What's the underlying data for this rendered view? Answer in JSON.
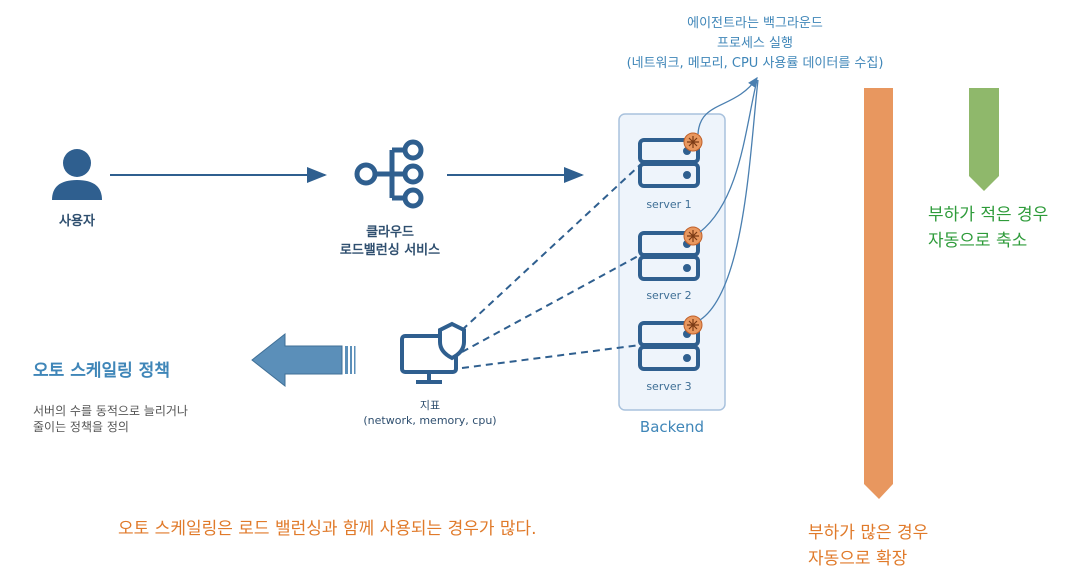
{
  "user": {
    "label": "사용자"
  },
  "load_balancer": {
    "line1": "클라우드",
    "line2": "로드밸런싱 서비스"
  },
  "agent_note": {
    "line1": "에이전트라는 백그라운드",
    "line2": "프로세스 실행",
    "line3": "(네트워크, 메모리, CPU 사용률 데이터를 수집)"
  },
  "backend": {
    "label": "Backend",
    "servers": [
      "server 1",
      "server 2",
      "server 3"
    ]
  },
  "metrics": {
    "line1": "지표",
    "line2": "(network, memory, cpu)"
  },
  "policy": {
    "title": "오토 스케일링 정책",
    "desc1": "서버의 수를 동적으로 늘리거나",
    "desc2": "줄이는 정책을 정의"
  },
  "scale_in": {
    "line1": "부하가 적은 경우",
    "line2": "자동으로 축소",
    "color": "#8fb86b"
  },
  "scale_out": {
    "line1": "부하가 많은 경우",
    "line2": "자동으로 확장",
    "color": "#e8975f"
  },
  "footer_note": "오토 스케일링은 로드 밸런싱과 함께 사용되는 경우가 많다.",
  "colors": {
    "primary": "#2f5f8f",
    "accent": "#3f86b8"
  }
}
